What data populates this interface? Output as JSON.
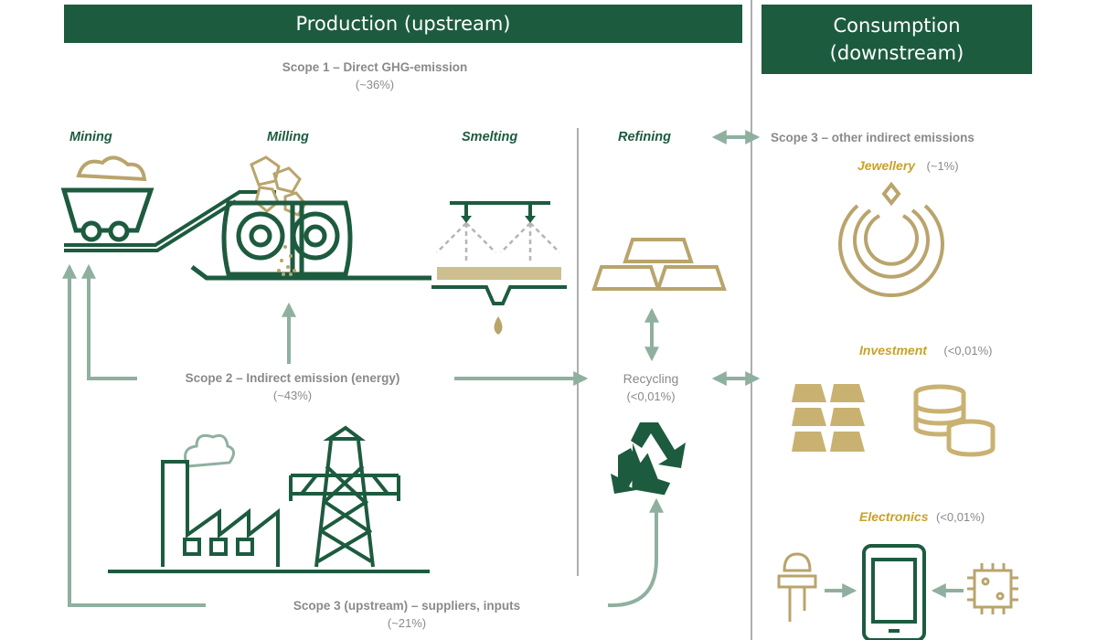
{
  "banners": {
    "production": "Production (upstream)",
    "consumption_line1": "Consumption",
    "consumption_line2": "(downstream)"
  },
  "scope1": {
    "title": "Scope 1 – Direct GHG-emission",
    "share": "(~36%)"
  },
  "scope2": {
    "title": "Scope 2 – Indirect emission (energy)",
    "share": "(~43%)"
  },
  "scope3_up": {
    "title": "Scope 3 (upstream) – suppliers, inputs",
    "share": "(~21%)"
  },
  "scope3_other": "Scope 3 – other indirect emissions",
  "stages": {
    "mining": "Mining",
    "milling": "Milling",
    "smelting": "Smelting",
    "refining": "Refining"
  },
  "recycling": {
    "label": "Recycling",
    "share": "(<0,01%)"
  },
  "uses": {
    "jewellery": {
      "label": "Jewellery",
      "share": "(~1%)"
    },
    "investment": {
      "label": "Investment",
      "share": "(<0,01%)"
    },
    "electronics": {
      "label": "Electronics",
      "share": "(<0,01%)"
    }
  },
  "colors": {
    "green": "#1d5b3f",
    "gold": "#b9a46c",
    "sage": "#8fb09f",
    "text_gray": "#8a8a8a"
  },
  "icons": [
    "mine-cart-icon",
    "roller-mill-icon",
    "smelting-furnace-icon",
    "gold-bars-icon",
    "recycle-icon",
    "ring-icon",
    "bullion-icon",
    "coins-icon",
    "factory-icon",
    "power-pylon-icon",
    "led-icon",
    "smartphone-icon",
    "chip-icon"
  ]
}
